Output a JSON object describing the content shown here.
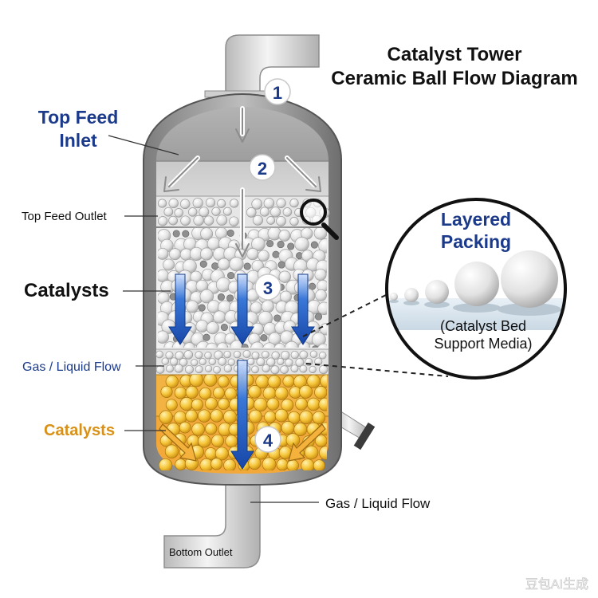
{
  "title": {
    "line1": "Catalyst Tower",
    "line2": "Ceramic Ball Flow Diagram"
  },
  "labels": {
    "top_feed_line1": "Top Feed",
    "top_feed_line2": "Inlet",
    "top_feed_outlet": "Top Feed Outlet",
    "catalysts_upper": "Catalysts",
    "gas_liquid_flow_left": "Gas / Liquid Flow",
    "catalysts_lower": "Catalysts",
    "gas_liquid_flow_bottom": "Gas / Liquid Flow",
    "bottom_outlet": "Bottom Outlet"
  },
  "steps": [
    "1",
    "2",
    "3",
    "4"
  ],
  "callout": {
    "title_line1": "Layered",
    "title_line2": "Packing",
    "caption_line1": "(Catalyst Bed",
    "caption_line2": "Support Media)"
  },
  "watermark": "豆包AI生成",
  "colors": {
    "title": "#111111",
    "navy": "#1c3a8a",
    "orange_label": "#d89018",
    "flow_blue": "#1f5fc8",
    "catalyst_yellow": "#f5c431",
    "bed_orange": "#f2a93a",
    "ceramic": "#eaeaea",
    "shell": "#8a8a8a"
  }
}
